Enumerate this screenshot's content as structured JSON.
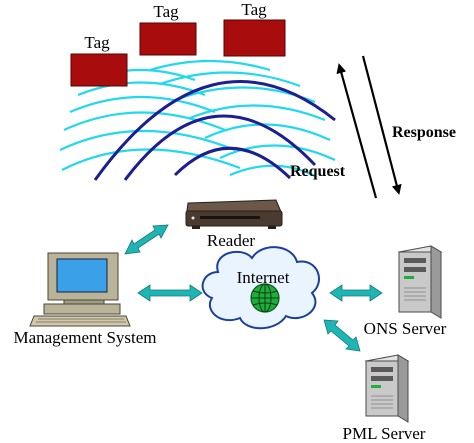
{
  "tags": [
    {
      "label": "Tag"
    },
    {
      "label": "Tag"
    },
    {
      "label": "Tag"
    }
  ],
  "labels": {
    "reader": "Reader",
    "internet": "Internet",
    "management_system": "Management System",
    "ons_server": "ONS Server",
    "pml_server": "PML Server",
    "request": "Request",
    "response": "Response"
  },
  "colors": {
    "tag_fill": "#a80c0c",
    "field_waves": "#22d8ee",
    "reader_waves": "#1b1f8f",
    "link_arrows": "#1fb5b5",
    "cloud_fill": "#eaf4ff",
    "cloud_stroke": "#1a3fa0",
    "globe": "#1fae3a",
    "monitor_screen": "#3aa0e8",
    "computer_body": "#b9b39a",
    "server_body": "#c9c9c9",
    "reader_body": "#4a3a30"
  },
  "icons": {
    "reader": "rfid-reader-icon",
    "computer": "desktop-computer-icon",
    "globe": "globe-icon",
    "cloud": "cloud-icon",
    "server": "server-tower-icon"
  }
}
